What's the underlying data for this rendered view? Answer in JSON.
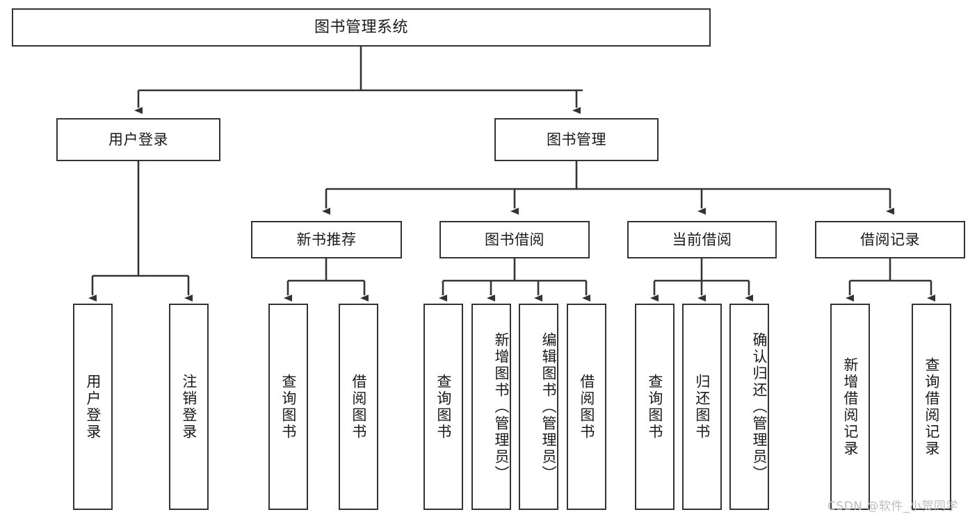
{
  "diagram": {
    "title": "图书管理系统",
    "type": "tree",
    "background": "#ffffff",
    "node_border_color": "#333333",
    "node_fill_color": "#ffffff",
    "edge_color": "#333333"
  },
  "nodes": {
    "root": {
      "label": "图书管理系统"
    },
    "level1": [
      {
        "label": "用户登录"
      },
      {
        "label": "图书管理"
      }
    ],
    "level2": [
      {
        "label": "新书推荐"
      },
      {
        "label": "图书借阅"
      },
      {
        "label": "当前借阅"
      },
      {
        "label": "借阅记录"
      }
    ],
    "leaves_user_login": [
      {
        "label": "用户登录"
      },
      {
        "label": "注销登录"
      }
    ],
    "leaves_new_book": [
      {
        "label": "查询图书"
      },
      {
        "label": "借阅图书"
      }
    ],
    "leaves_borrow": [
      {
        "label": "查询图书"
      },
      {
        "label": "新增图书（管理员）"
      },
      {
        "label": "编辑图书（管理员）"
      },
      {
        "label": "借阅图书"
      }
    ],
    "leaves_current": [
      {
        "label": "查询图书"
      },
      {
        "label": "归还图书"
      },
      {
        "label": "确认归还（管理员）"
      }
    ],
    "leaves_records": [
      {
        "label": "新增借阅记录"
      },
      {
        "label": "查询借阅记录"
      }
    ]
  },
  "watermark": {
    "text": "CSDN @软件_小贺同学",
    "color": "#bdbdbd"
  }
}
